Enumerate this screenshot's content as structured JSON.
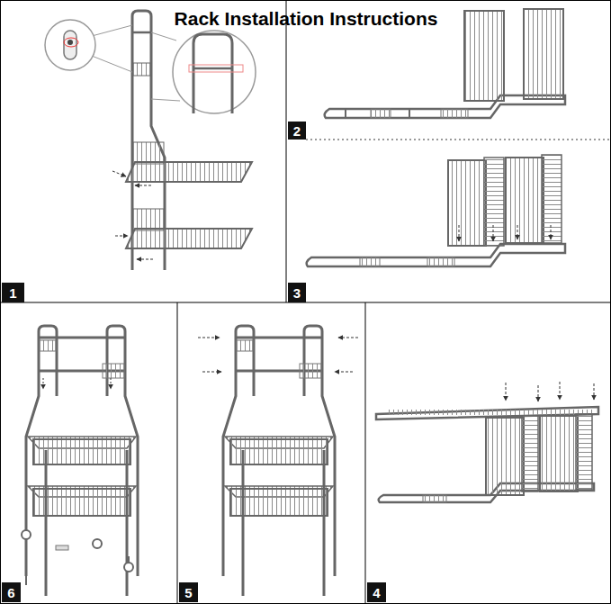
{
  "diagram": {
    "title": "Rack Installation Instructions",
    "nodes": [
      {
        "text": [
          "1"
        ]
      },
      {
        "text": [
          "2"
        ]
      },
      {
        "text": [
          "3"
        ]
      },
      {
        "text": [
          "6"
        ]
      },
      {
        "text": [
          "5"
        ]
      },
      {
        "text": [
          "4"
        ]
      }
    ]
  }
}
